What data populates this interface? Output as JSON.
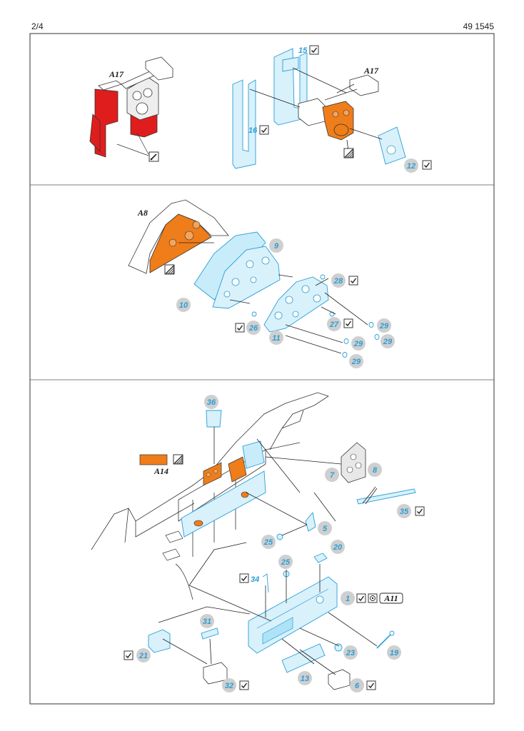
{
  "header": {
    "page": "2/4",
    "set_code": "49 1545"
  },
  "colors": {
    "pe_blue": "#9fdcf3",
    "pe_outline": "#2a9fd6",
    "orange": "#ef7d1a",
    "red": "#e01d1d",
    "callout": "#cfcfcf"
  },
  "section1": {
    "labels": [
      "A17",
      "A17"
    ],
    "parts": [
      "15",
      "16",
      "12"
    ]
  },
  "section2": {
    "labels": [
      "A8"
    ],
    "parts": [
      "9",
      "28",
      "10",
      "26",
      "27",
      "29",
      "29",
      "11",
      "29",
      "29"
    ]
  },
  "section3": {
    "labels": [
      "A14",
      "A11"
    ],
    "parts": [
      "36",
      "8",
      "7",
      "35",
      "5",
      "25",
      "20",
      "25",
      "34",
      "1",
      "21",
      "31",
      "23",
      "19",
      "13",
      "32",
      "6"
    ]
  },
  "icons": [
    "check-box-icon",
    "paint-hatch-icon",
    "paint-brush-icon",
    "part-ref-icon"
  ]
}
